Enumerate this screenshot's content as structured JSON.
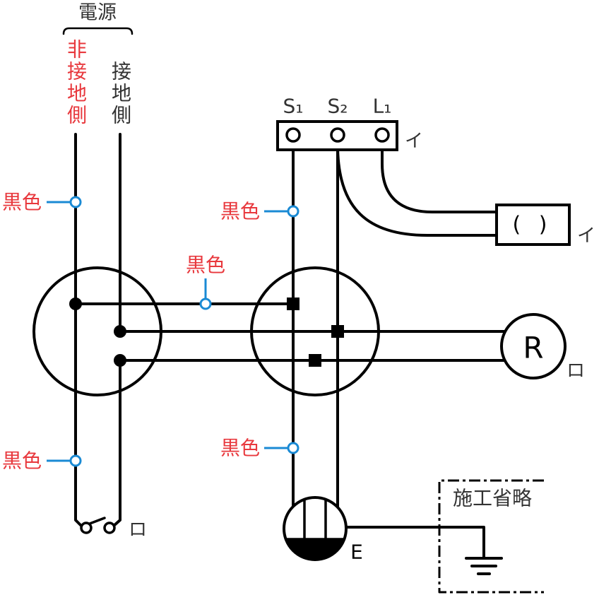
{
  "power_source": {
    "title": "電源",
    "non_grounded_side": "非接地側",
    "grounded_side": "接地側"
  },
  "wire_color_labels": {
    "left_upper": "黒色",
    "left_lower": "黒色",
    "jumper": "黒色",
    "s1_upper": "黒色",
    "s1_lower": "黒色"
  },
  "switch_box": {
    "terminals": [
      "S₁",
      "S₂",
      "L₁"
    ],
    "label": "イ"
  },
  "lamp": {
    "symbol": "( )",
    "label": "イ"
  },
  "receptacle": {
    "symbol": "R",
    "label": "ロ"
  },
  "switch_ro": {
    "label": "ロ"
  },
  "outlet": {
    "earth_label": "E"
  },
  "grounding": {
    "omitted_note": "施工省略"
  },
  "colors": {
    "label_red": "#e8383d",
    "marker_blue": "#1a8ad4",
    "line": "#000000",
    "text": "#333333"
  }
}
